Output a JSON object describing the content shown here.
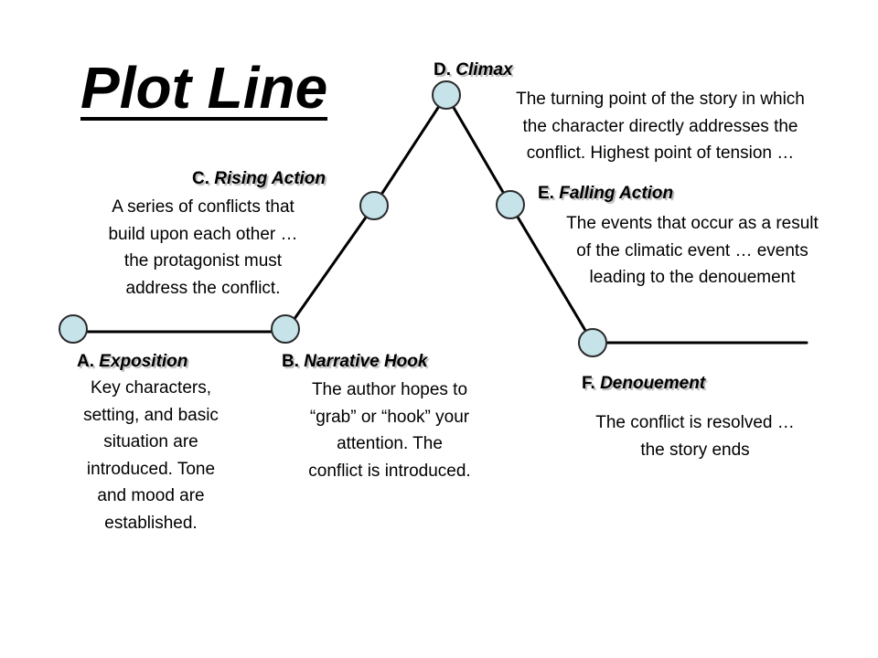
{
  "title": "Plot Line",
  "colors": {
    "node_fill": "#c6e3ea",
    "node_stroke": "#2a2a2a",
    "line": "#000000"
  },
  "stages": {
    "a": {
      "letter": "A.",
      "name": "Exposition",
      "description": [
        "Key characters,",
        "setting, and basic",
        "situation are",
        "introduced.  Tone",
        "and mood are",
        "established."
      ]
    },
    "b": {
      "letter": "B.",
      "name": "Narrative Hook",
      "description": [
        "The author hopes to",
        "“grab” or “hook” your",
        "attention.  The",
        "conflict is introduced."
      ]
    },
    "c": {
      "letter": "C.",
      "name": "Rising Action",
      "description": [
        "A series of conflicts that",
        "build upon each other …",
        "the protagonist must",
        "address the conflict."
      ]
    },
    "d": {
      "letter": "D.",
      "name": "Climax",
      "description": [
        "The turning point of the story in which",
        "the character directly addresses the",
        "conflict. Highest point of tension …"
      ]
    },
    "e": {
      "letter": "E.",
      "name": "Falling Action",
      "description": [
        "The events that occur as a result",
        "of the climatic event … events",
        "leading to the denouement"
      ]
    },
    "f": {
      "letter": "F.",
      "name": "Denouement",
      "description": [
        "The conflict is resolved …",
        "the story ends"
      ]
    }
  }
}
